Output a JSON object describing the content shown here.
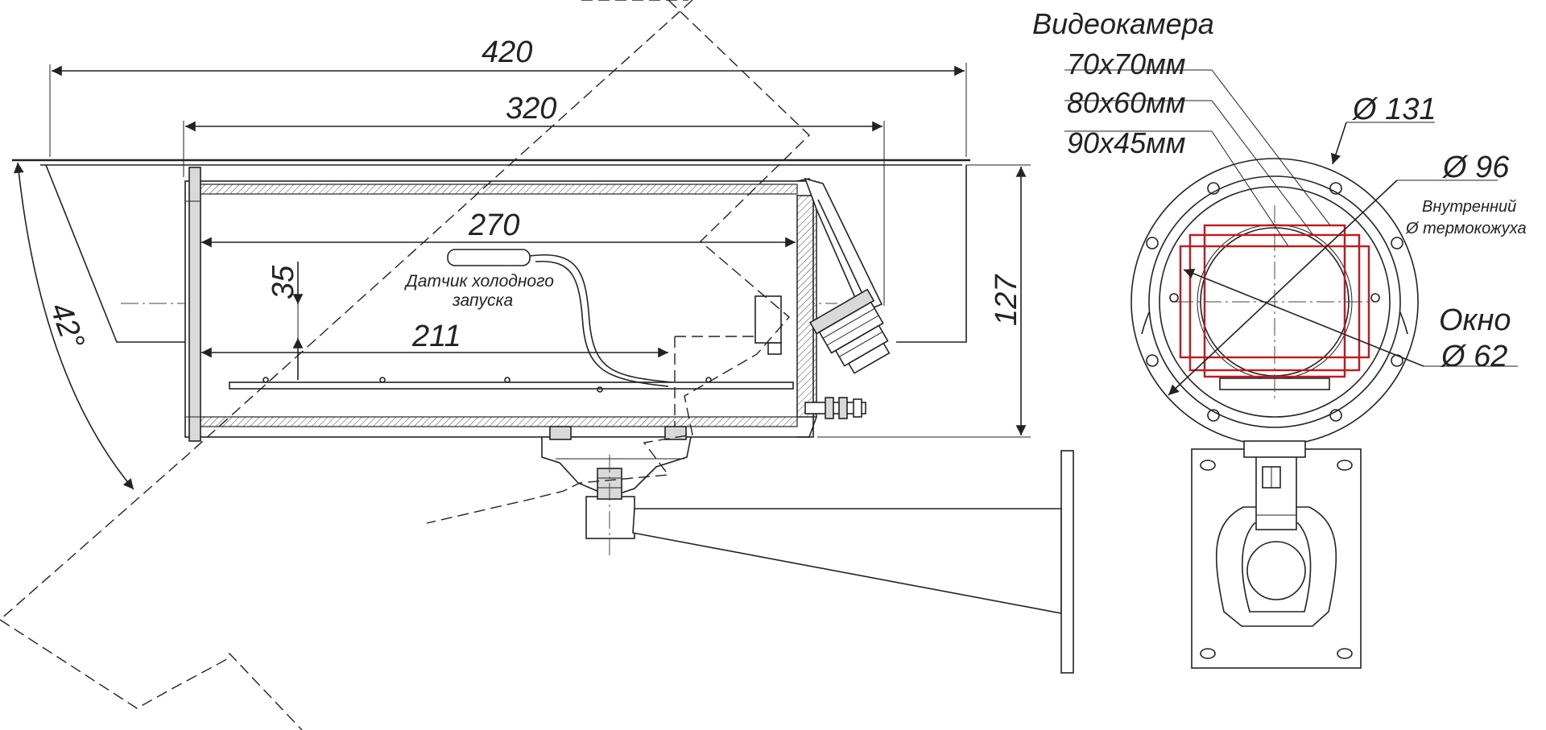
{
  "dimensions": {
    "d420": "420",
    "d320": "320",
    "d270": "270",
    "d211": "211",
    "d35": "35",
    "d127": "127",
    "angle": "42°"
  },
  "labels": {
    "sensor_line1": "Датчик холодного",
    "sensor_line2": "запуска",
    "camera_title": "Видеокамера",
    "camera_size1": "70x70мм",
    "camera_size2": "80x60мм",
    "camera_size3": "90x45мм",
    "outer_diameter": "Ø 131",
    "inner_diameter": "Ø 96",
    "inner_line1": "Внутренний",
    "inner_line2": "Ø термокожуха",
    "window_label": "Окно",
    "window_diameter": "Ø 62"
  },
  "colors": {
    "line": "#222222",
    "camera_outline": "#c8161d",
    "housing_fill": "#d9d9d9"
  }
}
